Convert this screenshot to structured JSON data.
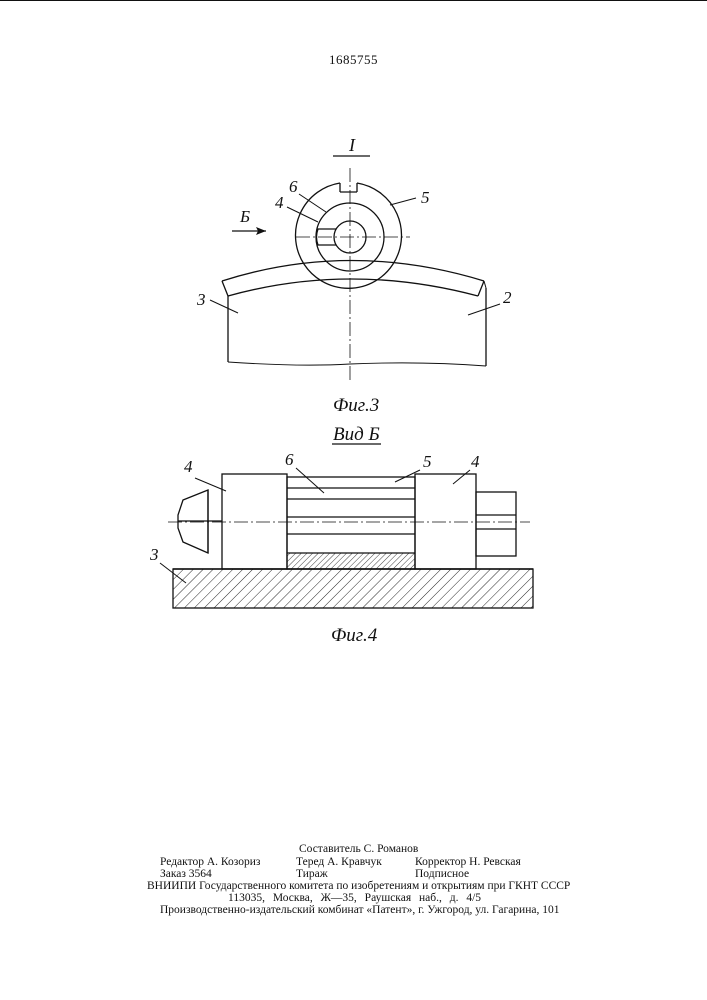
{
  "patent_number": "1685755",
  "figures": {
    "fig3": {
      "detail_marker": "I",
      "view_arrow_label": "Б",
      "parts": {
        "p2": "2",
        "p3": "3",
        "p4": "4",
        "p5": "5",
        "p6": "6"
      },
      "caption": "Фиг.3"
    },
    "fig4": {
      "view_title": "Вид Б",
      "parts": {
        "p3": "3",
        "p4_left": "4",
        "p4_right": "4",
        "p5": "5",
        "p6": "6"
      },
      "caption": "Фиг.4"
    }
  },
  "footer": {
    "compiler": "Составитель С. Романов",
    "editor": "Редактор А. Козориз",
    "techred": "Теред А. Кравчук",
    "corrector": "Корректор Н. Ревская",
    "order": "Заказ 3564",
    "circulation": "Тираж",
    "subscription": "Подписное",
    "org": "ВНИИПИ Государственного комитета по изобретениям и открытиям при ГКНТ СССР",
    "address": "113035, Москва, Ж—35, Раушская наб., д. 4/5",
    "printer": "Производственно-издательский комбинат «Патент», г. Ужгород, ул. Гагарина, 101"
  }
}
